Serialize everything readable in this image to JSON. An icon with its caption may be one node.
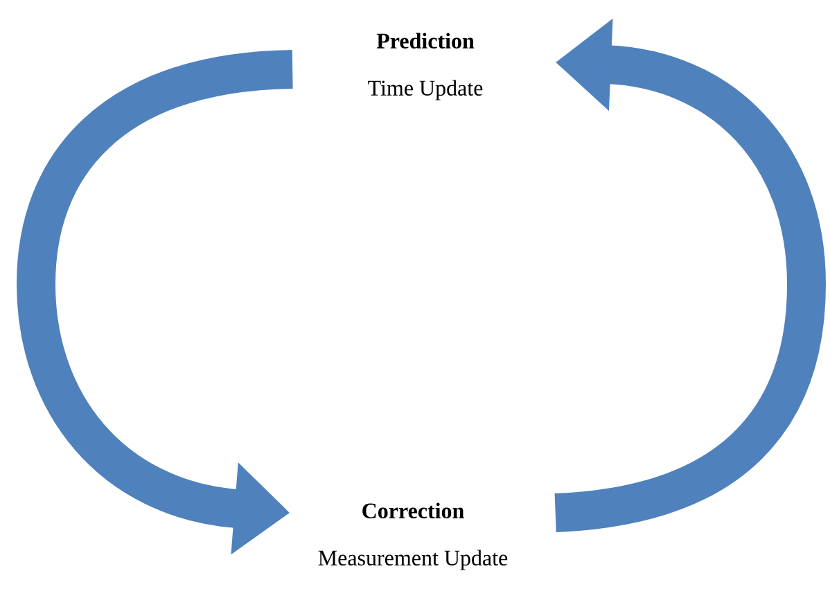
{
  "diagram": {
    "nodes": [
      {
        "text": [
          "Prediction",
          "Time Update"
        ]
      },
      {
        "text": [
          "Correction",
          "Measurement Update"
        ]
      }
    ],
    "edges": [
      {
        "from": 0,
        "to": 1,
        "arrow": "to"
      },
      {
        "from": 1,
        "to": 0,
        "arrow": "to"
      }
    ]
  }
}
